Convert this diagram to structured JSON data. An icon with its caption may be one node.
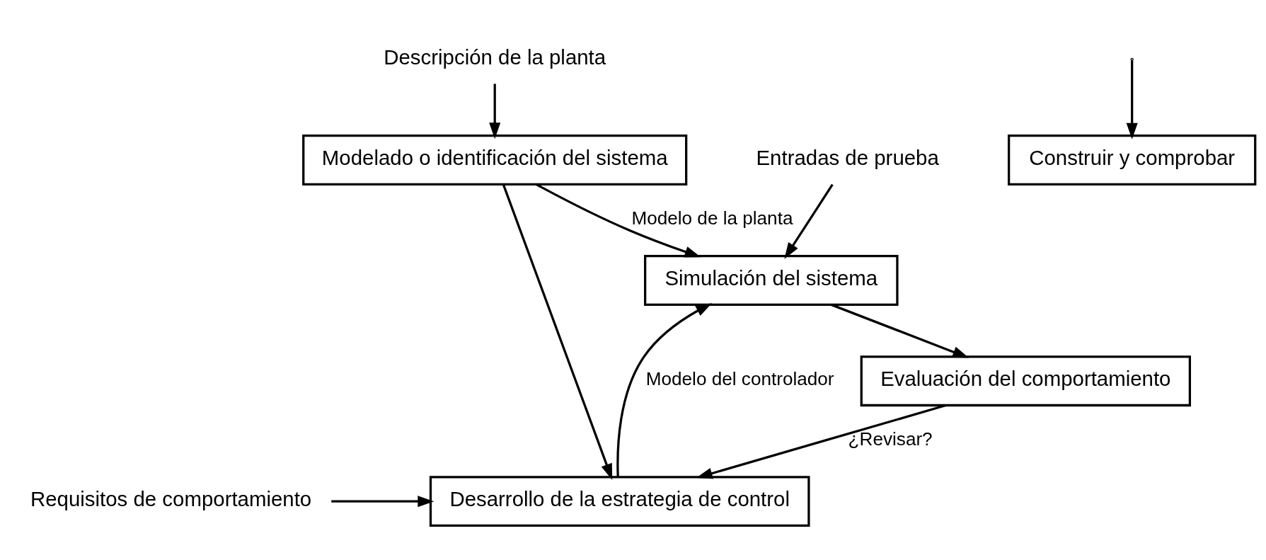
{
  "diagram": {
    "nodes": [
      {
        "text": [
          "Descripción de la planta"
        ]
      },
      {
        "text": [
          "Modelado o identificación del sistema"
        ]
      },
      {
        "text": [
          "Simulación del sistema"
        ]
      },
      {
        "text": [
          "Requisitos de comportamiento"
        ]
      },
      {
        "text": [
          "Desarrollo de la estrategia de control"
        ]
      },
      {
        "text": [
          "Entradas de prueba"
        ]
      },
      {
        "text": [
          "Construir y comprobar"
        ]
      },
      {
        "text": [
          "Evaluación del comportamiento"
        ]
      }
    ],
    "edges": [
      {
        "from": 0,
        "to": 1,
        "arrow": "to"
      },
      {
        "from": 1,
        "to": 2,
        "arrow": "to",
        "label": "Modelo de la planta"
      },
      {
        "from": 1,
        "to": 4,
        "arrow": "to"
      },
      {
        "from": 3,
        "to": 4,
        "arrow": "to"
      },
      {
        "from": 4,
        "to": 2,
        "arrow": "to",
        "label": "Modelo del controlador"
      },
      {
        "from": 5,
        "to": 2,
        "arrow": "to"
      },
      {
        "from": 2,
        "to": 7,
        "arrow": "to"
      },
      {
        "from": 7,
        "to": 4,
        "arrow": "to",
        "label": "¿Revisar?"
      },
      {
        "from": null,
        "to": 6,
        "arrow": "to"
      }
    ]
  }
}
